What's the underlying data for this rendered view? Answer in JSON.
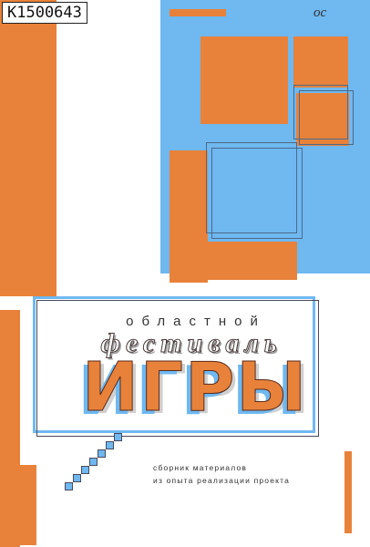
{
  "cover": {
    "library_stamp": "К1500643",
    "handwritten_mark": "ос",
    "overline": "областной",
    "script_title": "фестиваль",
    "title": "ИГРЫ",
    "subtitle_line1": "сборник материалов",
    "subtitle_line2": "из опыта реализации проекта"
  },
  "colors": {
    "orange": "#e8823a",
    "blue": "#6fb8f0",
    "background": "#ffffff",
    "text": "#333333"
  }
}
